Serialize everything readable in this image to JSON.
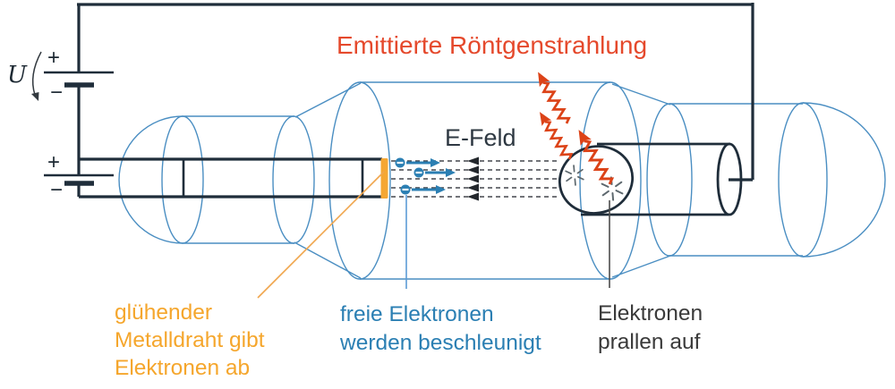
{
  "diagram": {
    "title": "Emittierte Röntgenstrahlung",
    "efield_label": "E-Feld",
    "voltage_label": "U",
    "battery_top": {
      "plus": "+",
      "minus": "−"
    },
    "battery_heater": {
      "plus": "+",
      "minus": "−"
    },
    "cathode_label": {
      "lines": [
        "glühender",
        "Metalldraht gibt",
        "Elektronen ab"
      ]
    },
    "electron_label": {
      "lines": [
        "freie Elektronen",
        "werden beschleunigt"
      ]
    },
    "anode_label": {
      "lines": [
        "Elektronen",
        "prallen auf"
      ]
    },
    "colors": {
      "xray_red": "#e5492c",
      "wave_red": "#dc4318",
      "cathode_orange": "#f5a62c",
      "electron_blue": "#2b7fb3",
      "envelope_blue": "#4a8ec2",
      "wire_dark": "#1f2d3a",
      "label_dark": "#3a3a3a"
    }
  }
}
